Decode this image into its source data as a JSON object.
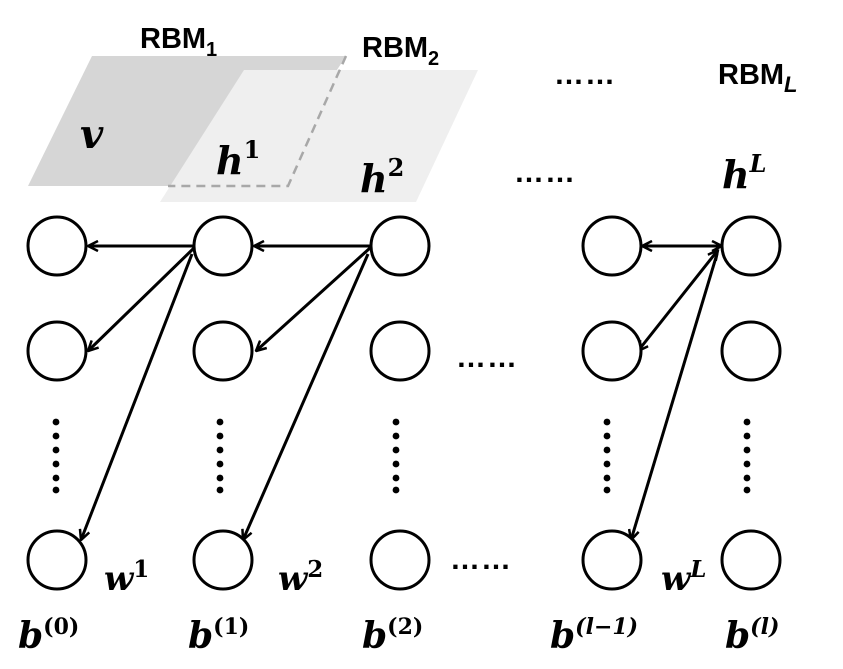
{
  "rbm_labels": {
    "rbm1": {
      "base": "RBM",
      "sub": "1"
    },
    "rbm2": {
      "base": "RBM",
      "sub": "2"
    },
    "rbmL": {
      "base": "RBM",
      "sub": "L"
    }
  },
  "layer_labels": {
    "v": "v",
    "h1": {
      "base": "h",
      "sup": "1"
    },
    "h2": {
      "base": "h",
      "sup": "2"
    },
    "hL": {
      "base": "h",
      "sup": "L"
    }
  },
  "weight_labels": {
    "w1": {
      "base": "w",
      "sup": "1"
    },
    "w2": {
      "base": "w",
      "sup": "2"
    },
    "wL": {
      "base": "w",
      "sup": "L"
    }
  },
  "bias_labels": {
    "b0": {
      "base": "b",
      "sup": "(0)"
    },
    "b1": {
      "base": "b",
      "sup": "(1)"
    },
    "b2": {
      "base": "b",
      "sup": "(2)"
    },
    "bl1": {
      "base": "b",
      "sup": "(l−1)"
    },
    "bl": {
      "base": "b",
      "sup": "(l)"
    }
  },
  "ellipsis": "……",
  "colors": {
    "plane_dark": "#d6d6d6",
    "plane_light": "#efefef",
    "dash": "#a8a8a8",
    "ink": "#000000"
  }
}
